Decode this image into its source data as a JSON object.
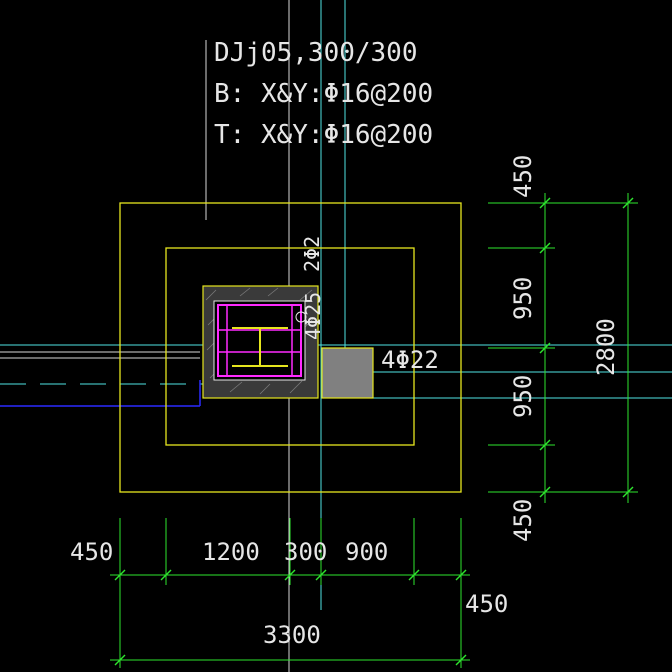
{
  "labels": {
    "foundation_id": "DJj05,300/300",
    "bottom_rebar": "B: X&Y:Φ16@200",
    "top_rebar": "T: X&Y:Φ16@200",
    "column_rebar_a": "4Φ25",
    "column_rebar_b": "2Φ2",
    "stub_rebar": "4Φ22"
  },
  "dimensions": {
    "horizontal_segments": [
      "450",
      "1200",
      "300",
      "900"
    ],
    "horizontal_total": "3300",
    "horizontal_right_extra": "450",
    "vertical_segments": [
      "450",
      "950",
      "950",
      "450"
    ],
    "vertical_total": "2800"
  },
  "colors": {
    "background": "#000000",
    "outline": "#e6e61e",
    "dimension": "#2ee62e",
    "axis": "#4fe3e3",
    "leader": "#d8d8d8",
    "stirrup": "#ff2aff",
    "hatch_fill": "#5a5a5a",
    "stub_fill": "#808080",
    "beam_blue": "#2a2aff"
  }
}
